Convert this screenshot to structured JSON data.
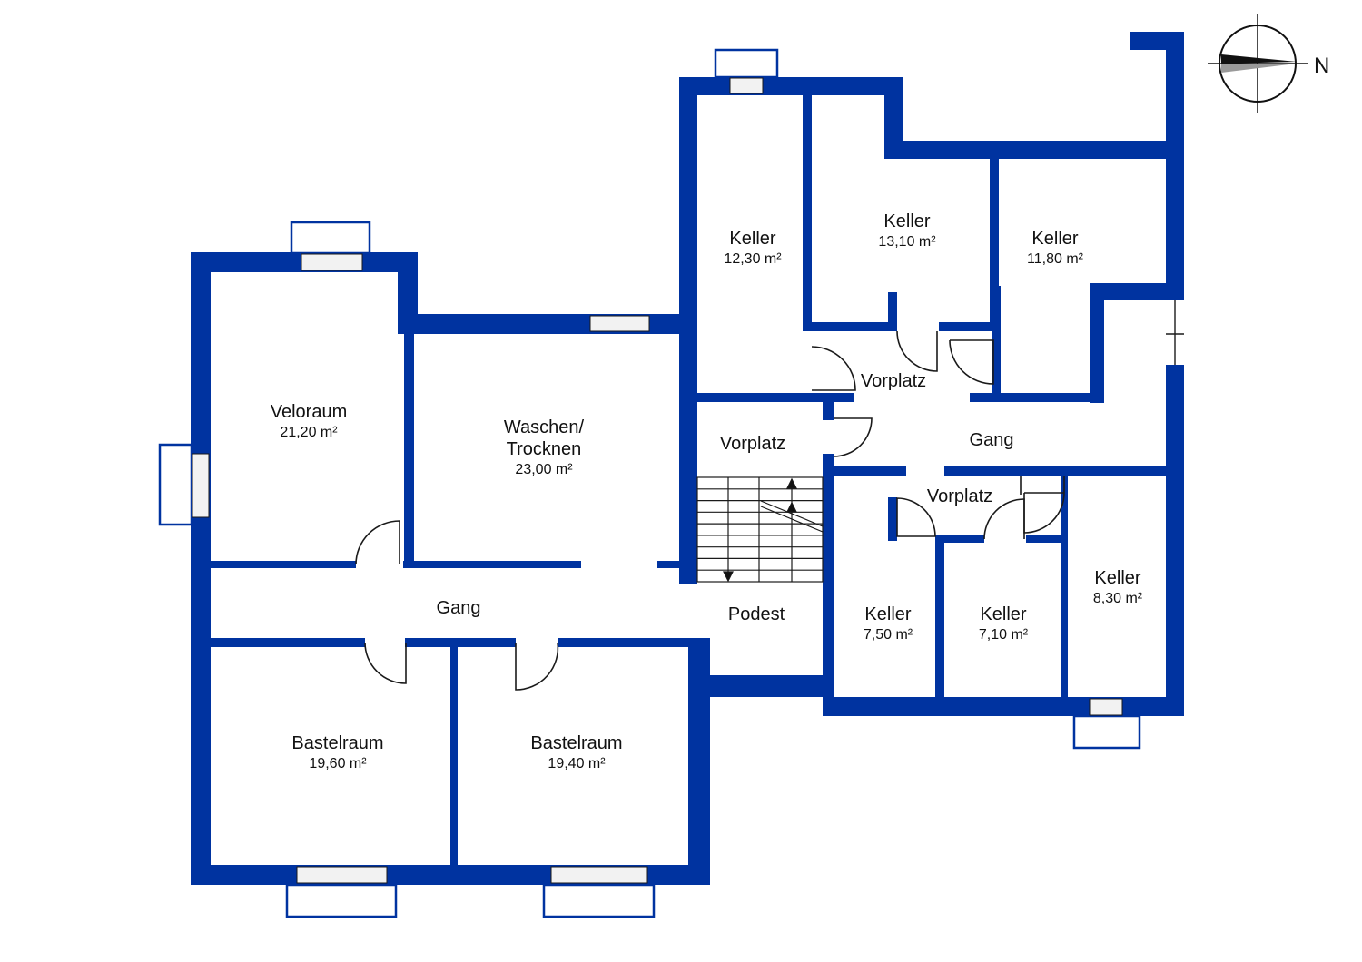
{
  "colors": {
    "wall": "#0033a0",
    "thin_line": "#1a1a1a",
    "window_fill": "#f2f2f2",
    "background": "#ffffff"
  },
  "compass": {
    "label": "N",
    "icon": "compass-north-arrow-icon"
  },
  "rooms": [
    {
      "id": "veloraum",
      "name": "Veloraum",
      "area": "21,20 m²"
    },
    {
      "id": "waschen",
      "name_line1": "Waschen/",
      "name_line2": "Trocknen",
      "area": "23,00 m²"
    },
    {
      "id": "keller-a",
      "name": "Keller",
      "area": "12,30 m²"
    },
    {
      "id": "keller-b",
      "name": "Keller",
      "area": "13,10 m²"
    },
    {
      "id": "keller-c",
      "name": "Keller",
      "area": "11,80 m²"
    },
    {
      "id": "bastel-1",
      "name": "Bastelraum",
      "area": "19,60 m²"
    },
    {
      "id": "bastel-2",
      "name": "Bastelraum",
      "area": "19,40 m²"
    },
    {
      "id": "keller-d",
      "name": "Keller",
      "area": "7,50 m²"
    },
    {
      "id": "keller-e",
      "name": "Keller",
      "area": "7,10 m²"
    },
    {
      "id": "keller-f",
      "name": "Keller",
      "area": "8,30 m²"
    }
  ],
  "labels": {
    "vorplatz_top": "Vorplatz",
    "vorplatz_left": "Vorplatz",
    "vorplatz_bottom": "Vorplatz",
    "gang_left": "Gang",
    "gang_right": "Gang",
    "podest": "Podest"
  }
}
